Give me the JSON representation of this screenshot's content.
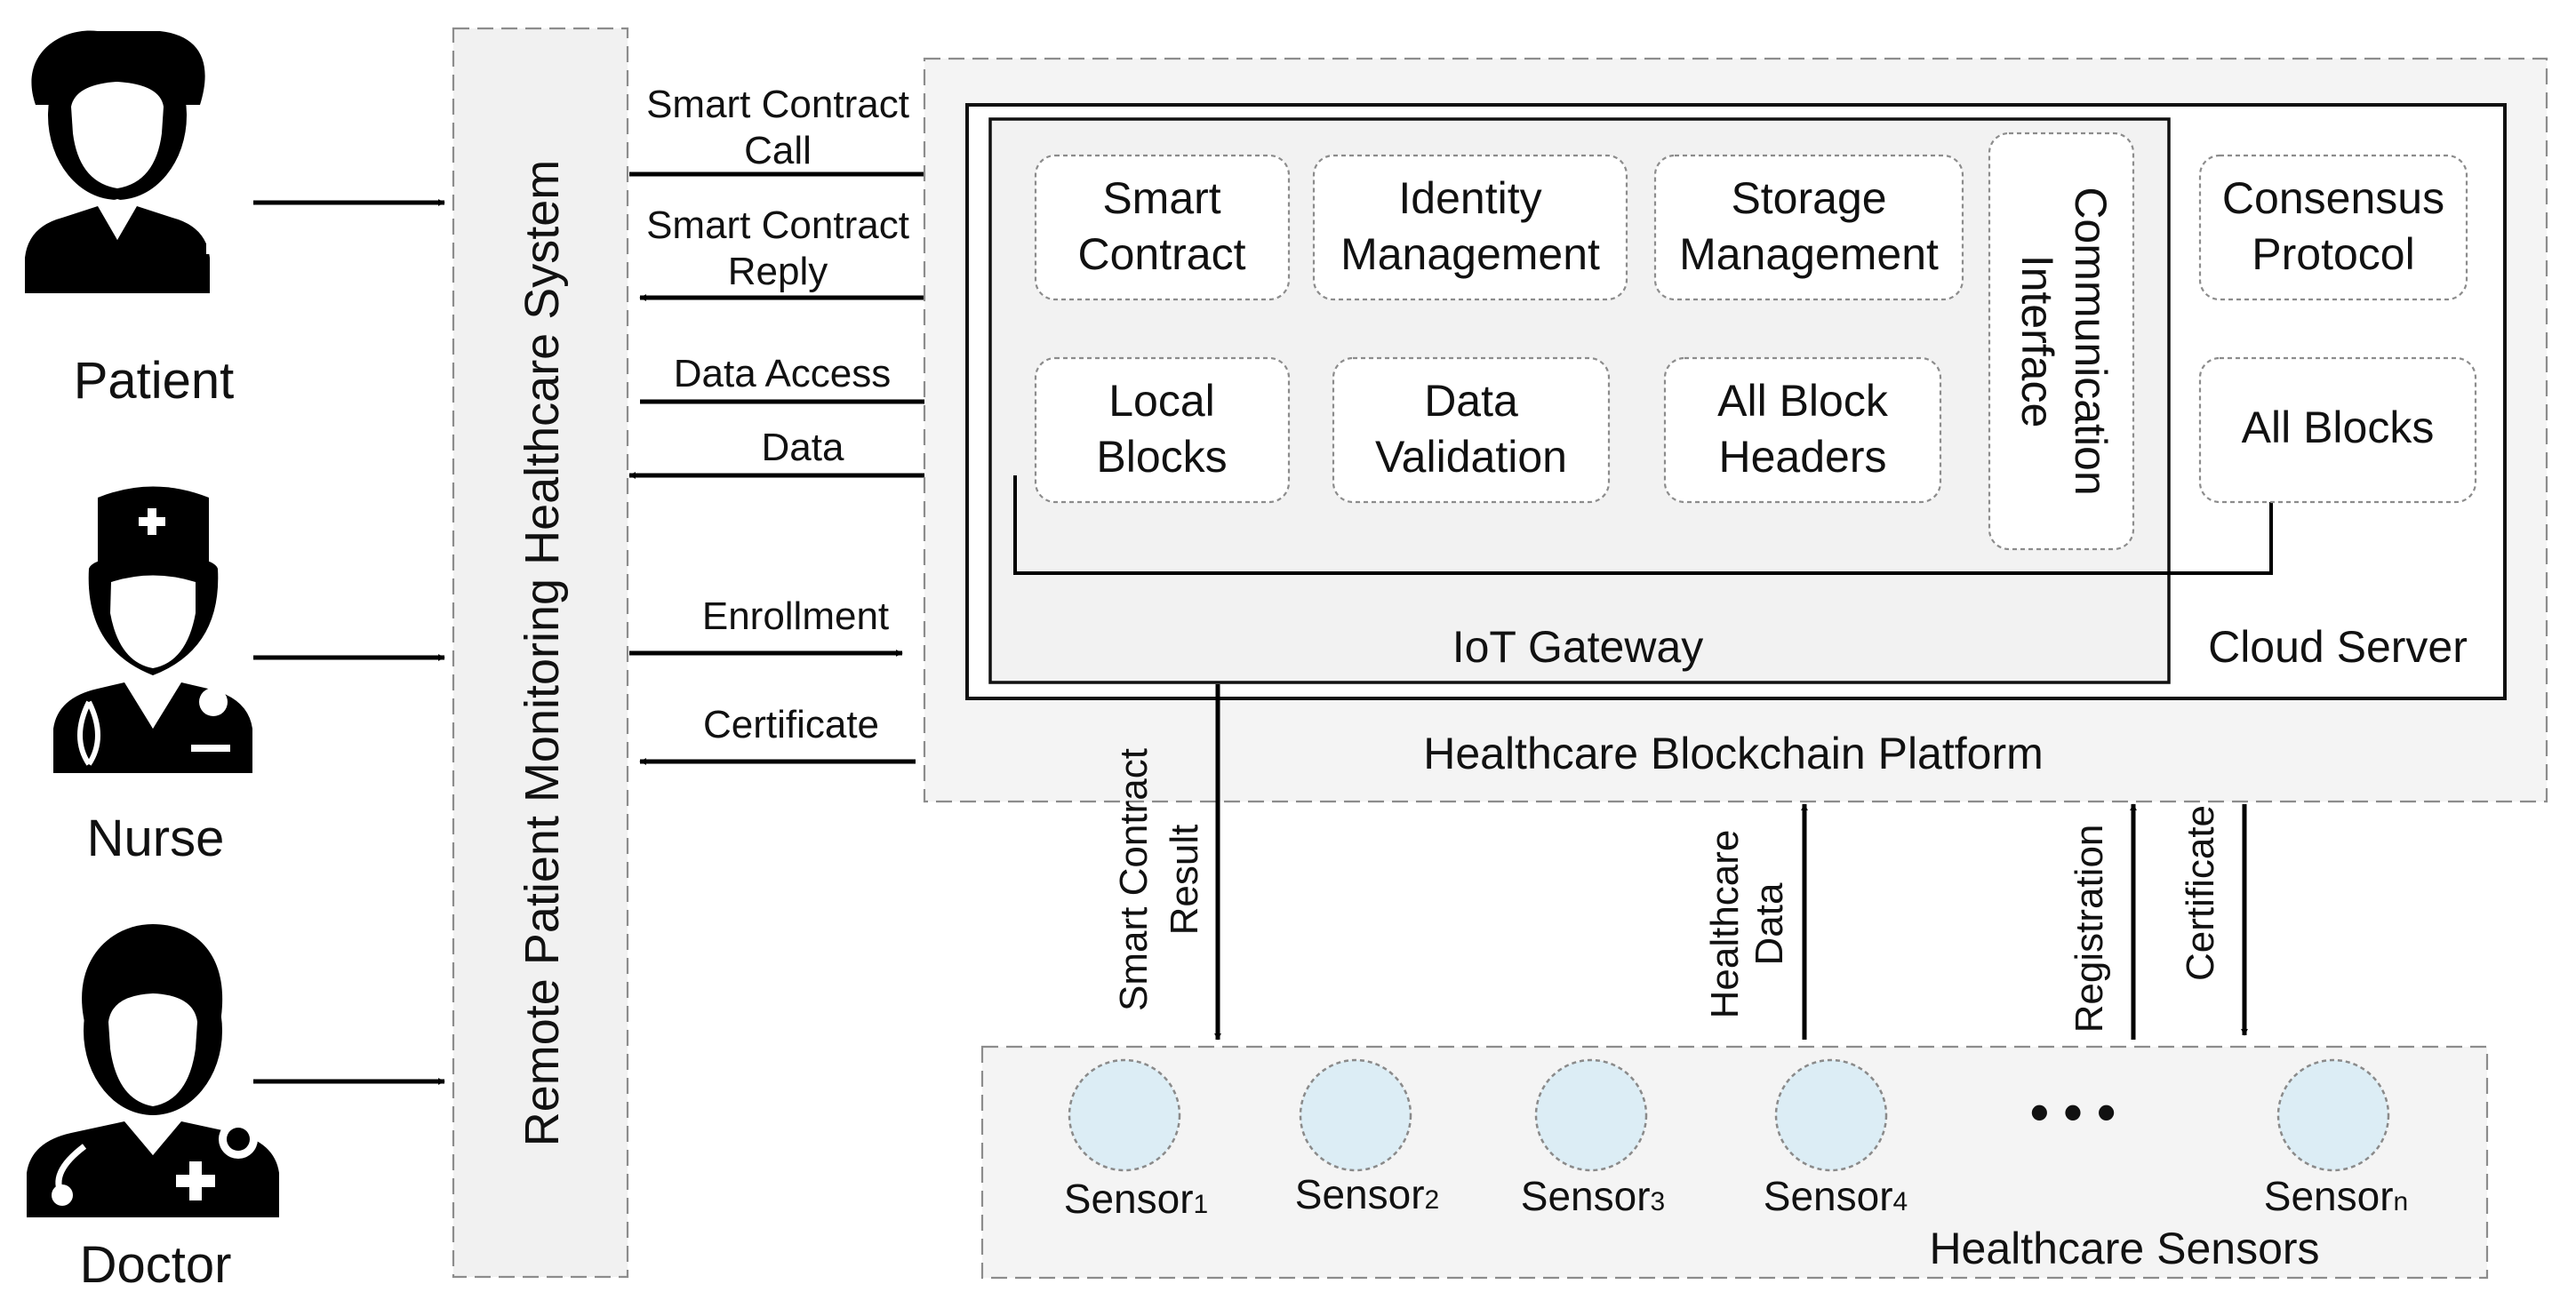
{
  "actors": {
    "patient": "Patient",
    "nurse": "Nurse",
    "doctor": "Doctor"
  },
  "rpm_system": "Remote Patient Monitoring Healthcare System",
  "messages": {
    "sc_call_1": "Smart Contract",
    "sc_call_2": "Call",
    "sc_reply_1": "Smart Contract",
    "sc_reply_2": "Reply",
    "data_access": "Data Access",
    "data": "Data",
    "enrollment": "Enrollment",
    "certificate": "Certificate"
  },
  "platform": {
    "title": "Healthcare Blockchain Platform",
    "cloud_server": "Cloud Server",
    "iot_gateway": "IoT Gateway",
    "modules": {
      "smart_contract_1": "Smart",
      "smart_contract_2": "Contract",
      "identity_1": "Identity",
      "identity_2": "Management",
      "storage_1": "Storage",
      "storage_2": "Management",
      "comm_1": "Communication",
      "comm_2": "Interface",
      "consensus_1": "Consensus",
      "consensus_2": "Protocol",
      "local_1": "Local",
      "local_2": "Blocks",
      "validation_1": "Data",
      "validation_2": "Validation",
      "headers_1": "All Block",
      "headers_2": "Headers",
      "all_blocks": "All Blocks"
    }
  },
  "vertical_labels": {
    "sc_result_1": "Smart Contract",
    "sc_result_2": "Result",
    "healthcare_data_1": "Healthcare",
    "healthcare_data_2": "Data",
    "registration": "Registration",
    "certificate": "Certificate"
  },
  "sensors": {
    "title": "Healthcare Sensors",
    "base": "Sensor",
    "ellipsis": "• • •",
    "items": [
      {
        "sub": "1"
      },
      {
        "sub": "2"
      },
      {
        "sub": "3"
      },
      {
        "sub": "4"
      },
      {
        "sub": "n"
      }
    ]
  },
  "colors": {
    "sensor_fill": "#dcedf5",
    "panel_fill": "#f4f4f4",
    "border_gray": "#8c8c8c"
  }
}
